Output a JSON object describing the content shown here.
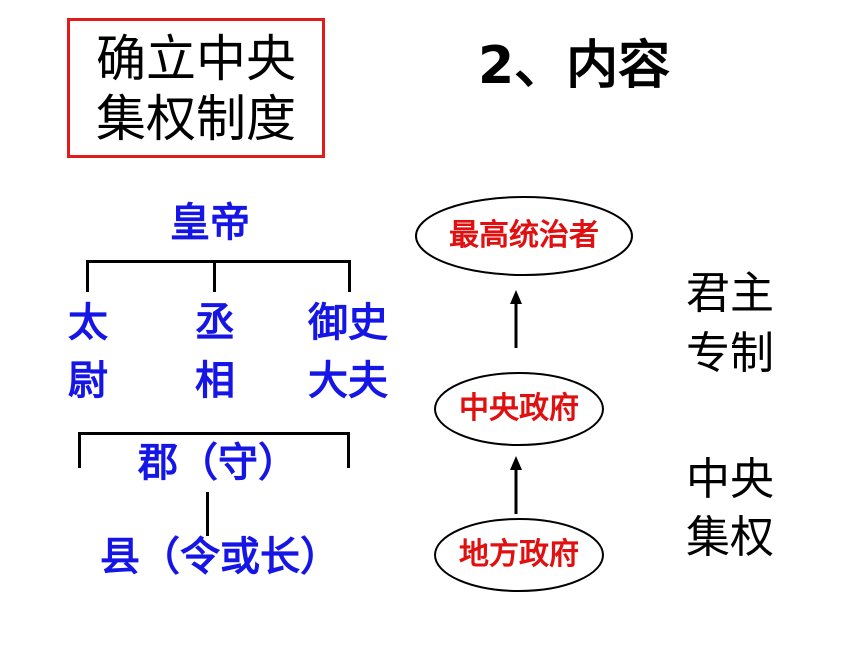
{
  "title_box": {
    "line1": "确立中央",
    "line2": "集权制度",
    "border_color": "#e31a1a"
  },
  "heading": "2、内容",
  "hierarchy": {
    "emperor": "皇帝",
    "officials": [
      {
        "line1": "太",
        "line2": "尉"
      },
      {
        "line1": "丞",
        "line2": "相"
      },
      {
        "line1": "御史",
        "line2": "大夫"
      }
    ],
    "commandery": "郡（守）",
    "county": "县（令或长）",
    "color": "#1515e6"
  },
  "flow": {
    "top": "最高统治者",
    "middle": "中央政府",
    "bottom": "地方政府",
    "color": "#e01010"
  },
  "side_labels": {
    "autocracy": {
      "line1": "君主",
      "line2": "专制"
    },
    "centralization": {
      "line1": "中央",
      "line2": "集权"
    }
  }
}
